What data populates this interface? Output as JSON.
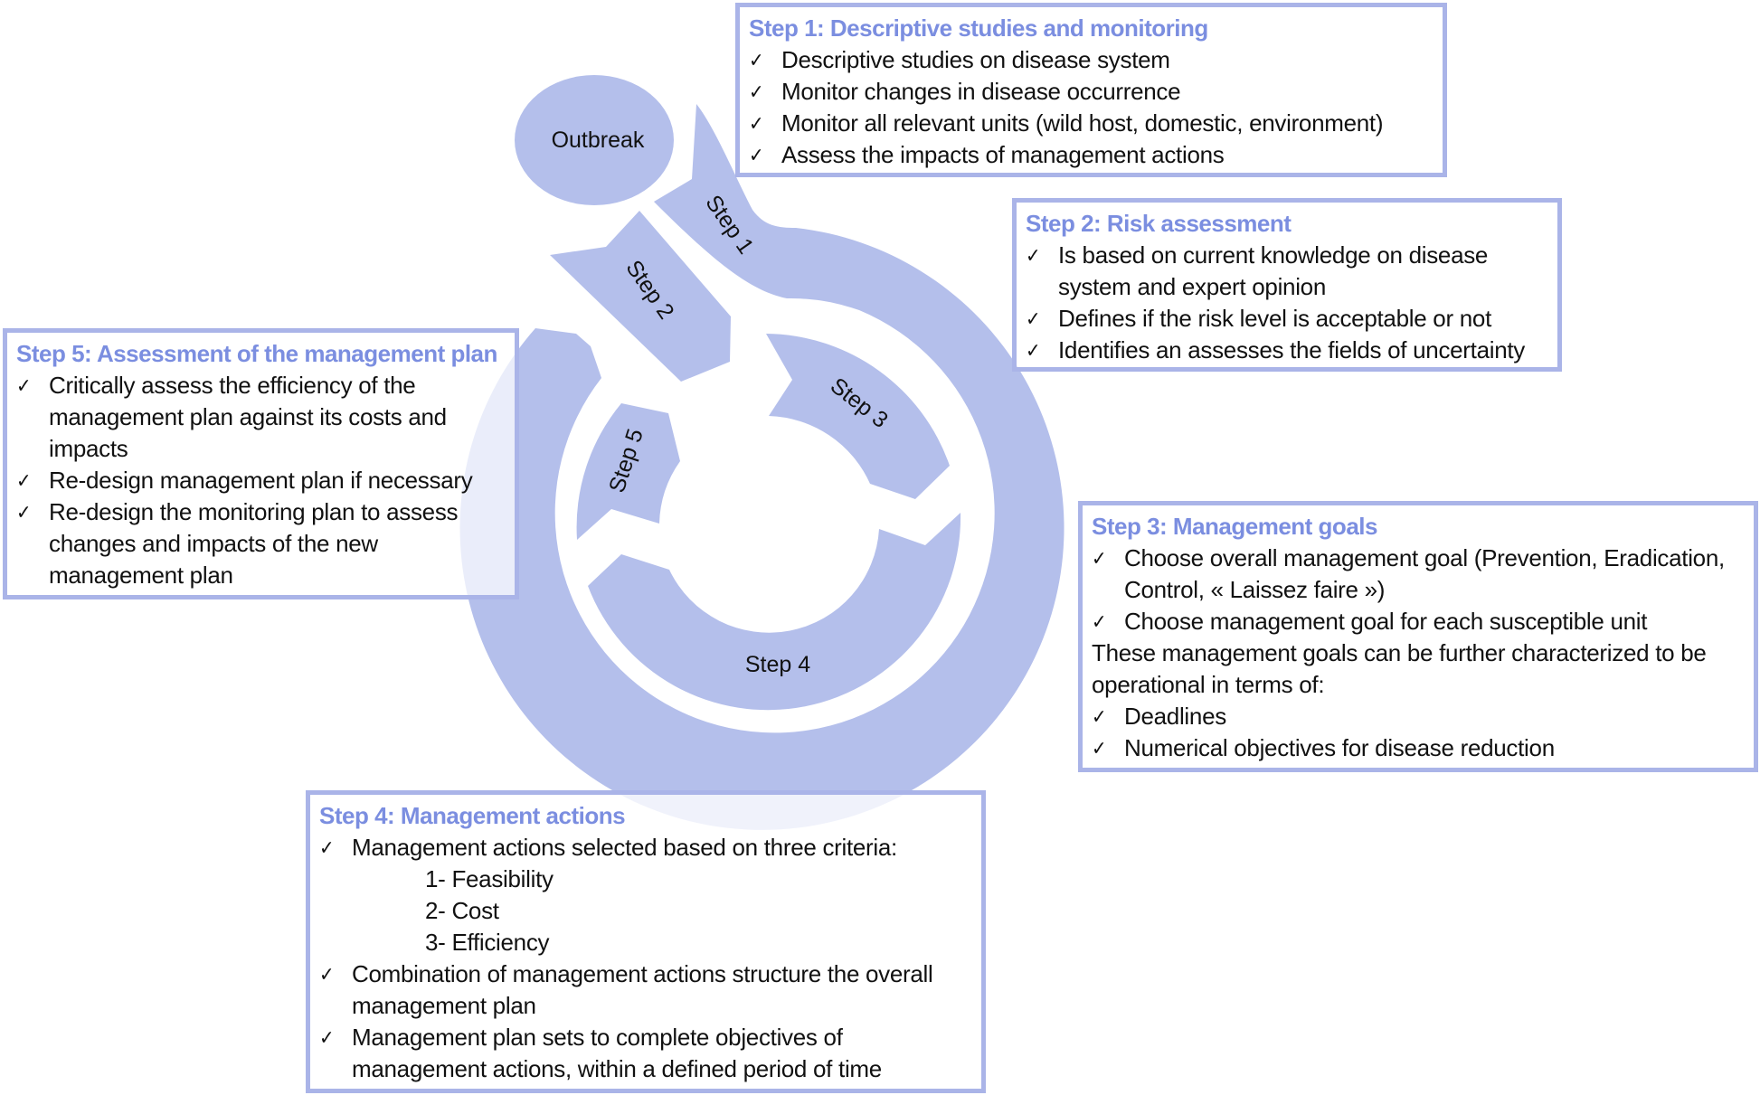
{
  "colors": {
    "shape_fill": "#b4bfeb",
    "box_border": "#aab4e8",
    "heading_text": "#7b8ee0",
    "body_text": "#111111"
  },
  "cycle": {
    "outbreak_label": "Outbreak",
    "step_labels": [
      "Step 1",
      "Step 2",
      "Step 3",
      "Step 4",
      "Step 5"
    ]
  },
  "check_icon": "✓",
  "boxes": {
    "step1": {
      "heading": "Step 1: Descriptive studies and monitoring",
      "items": [
        "Descriptive studies on disease system",
        "Monitor changes in disease occurrence",
        "Monitor all relevant units (wild host, domestic, environment)",
        "Assess the impacts of management actions"
      ]
    },
    "step2": {
      "heading": "Step 2: Risk assessment",
      "items": [
        "Is based on current knowledge on disease system and expert opinion",
        "Defines if the risk level is acceptable or not",
        "Identifies an assesses the fields of uncertainty"
      ]
    },
    "step3": {
      "heading": "Step 3: Management goals",
      "items": [
        "Choose overall management goal (Prevention, Eradication, Control, « Laissez faire »)",
        "Choose management goal for each susceptible unit"
      ],
      "note": "These management goals can be further characterized to be operational in terms of:",
      "items_after": [
        "Deadlines",
        "Numerical objectives for disease reduction"
      ]
    },
    "step4": {
      "heading": "Step 4: Management actions",
      "items": [
        "Management actions selected based on three criteria:",
        "Combination of management actions structure the overall management plan",
        "Management plan sets to complete objectives of management actions, within a defined period of time"
      ],
      "criteria": [
        "1- Feasibility",
        "2- Cost",
        "3- Efficiency"
      ]
    },
    "step5": {
      "heading": "Step 5: Assessment of the management plan",
      "items": [
        "Critically assess the efficiency of the management plan against its costs and impacts",
        "Re-design management plan if necessary",
        "Re-design the monitoring plan to assess changes and impacts of the new management plan"
      ]
    }
  }
}
